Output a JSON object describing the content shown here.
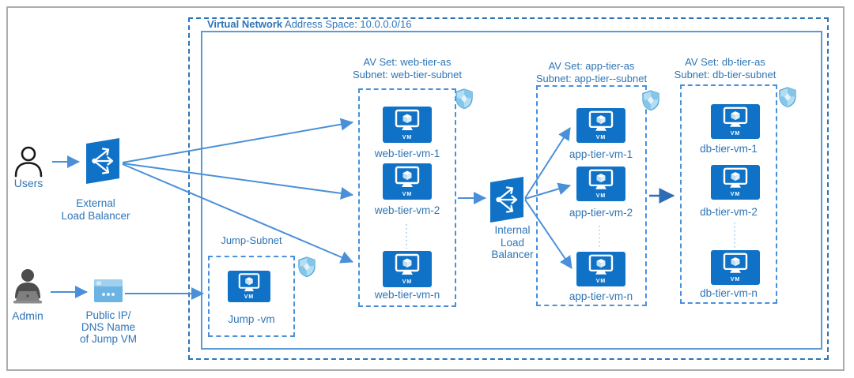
{
  "vnet": {
    "name": "Virtual Network",
    "address_space": "Address Space: 10.0.0.0/16"
  },
  "actors": {
    "users_label": "Users",
    "admin_label": "Admin"
  },
  "load_balancers": {
    "external_label": "External\nLoad Balancer",
    "internal_label": "Internal\nLoad\nBalancer"
  },
  "public_ip_label": "Public IP/\nDNS Name\nof Jump VM",
  "jump": {
    "subnet_label": "Jump-Subnet",
    "vm_label": "Jump -vm"
  },
  "vm_badge": "VM",
  "tiers": [
    {
      "name": "web",
      "av_set": "AV Set: web-tier-as",
      "subnet": "Subnet: web-tier-subnet",
      "vms": [
        "web-tier-vm-1",
        "web-tier-vm-2",
        "web-tier-vm-n"
      ]
    },
    {
      "name": "app",
      "av_set": "AV Set: app-tier-as",
      "subnet": "Subnet: app-tier--subnet",
      "vms": [
        "app-tier-vm-1",
        "app-tier-vm-2",
        "app-tier-vm-n"
      ]
    },
    {
      "name": "db",
      "av_set": "AV Set: db-tier-as",
      "subnet": "Subnet: db-tier-subnet",
      "vms": [
        "db-tier-vm-1",
        "db-tier-vm-2",
        "db-tier-vm-n"
      ]
    }
  ],
  "icons": {
    "users": "person-outline-icon",
    "admin": "person-laptop-icon",
    "external_lb": "load-balancer-icon",
    "internal_lb": "load-balancer-icon",
    "public_ip": "browser-window-icon",
    "nsg": "shield-icon",
    "vm": "vm-monitor-cube-icon"
  },
  "colors": {
    "text_blue": "#2E75B6",
    "vm_icon_blue": "#1072C6",
    "arrow_blue": "#4A90D9",
    "dark_arrow_blue": "#2E6DB5",
    "vnet_dashed_blue": "#2E75B6",
    "inner_solid_blue": "#5B9BD5",
    "subnet_dashed_blue": "#4A90D9",
    "shield_blue": "#A5D7F0",
    "browser_icon_blue": "#6CB4E4",
    "admin_gray": "#4D4D4D",
    "frame_gray": "#ADADAD"
  }
}
